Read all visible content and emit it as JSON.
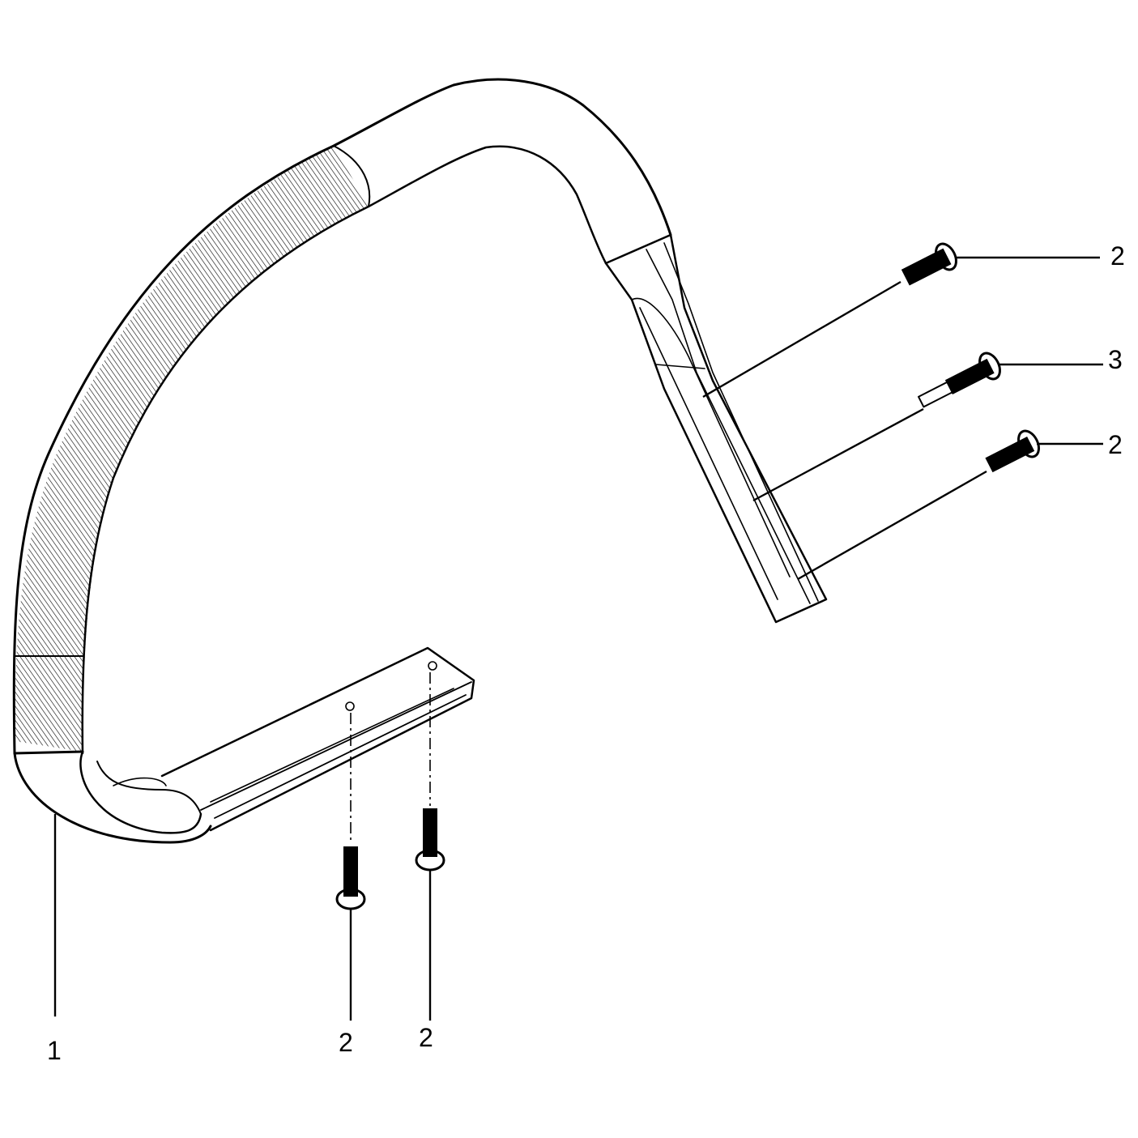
{
  "callouts": [
    {
      "id": "handle",
      "label": "1"
    },
    {
      "id": "screen-top-right",
      "label": "2"
    },
    {
      "id": "screen-middle-right",
      "label": "3"
    },
    {
      "id": "screen-lower-right",
      "label": "2"
    },
    {
      "id": "screen-bottom-left",
      "label": "2"
    },
    {
      "id": "screen-bottom-right",
      "label": "2"
    }
  ],
  "colors": {
    "line": "#000000",
    "background": "#ffffff"
  }
}
